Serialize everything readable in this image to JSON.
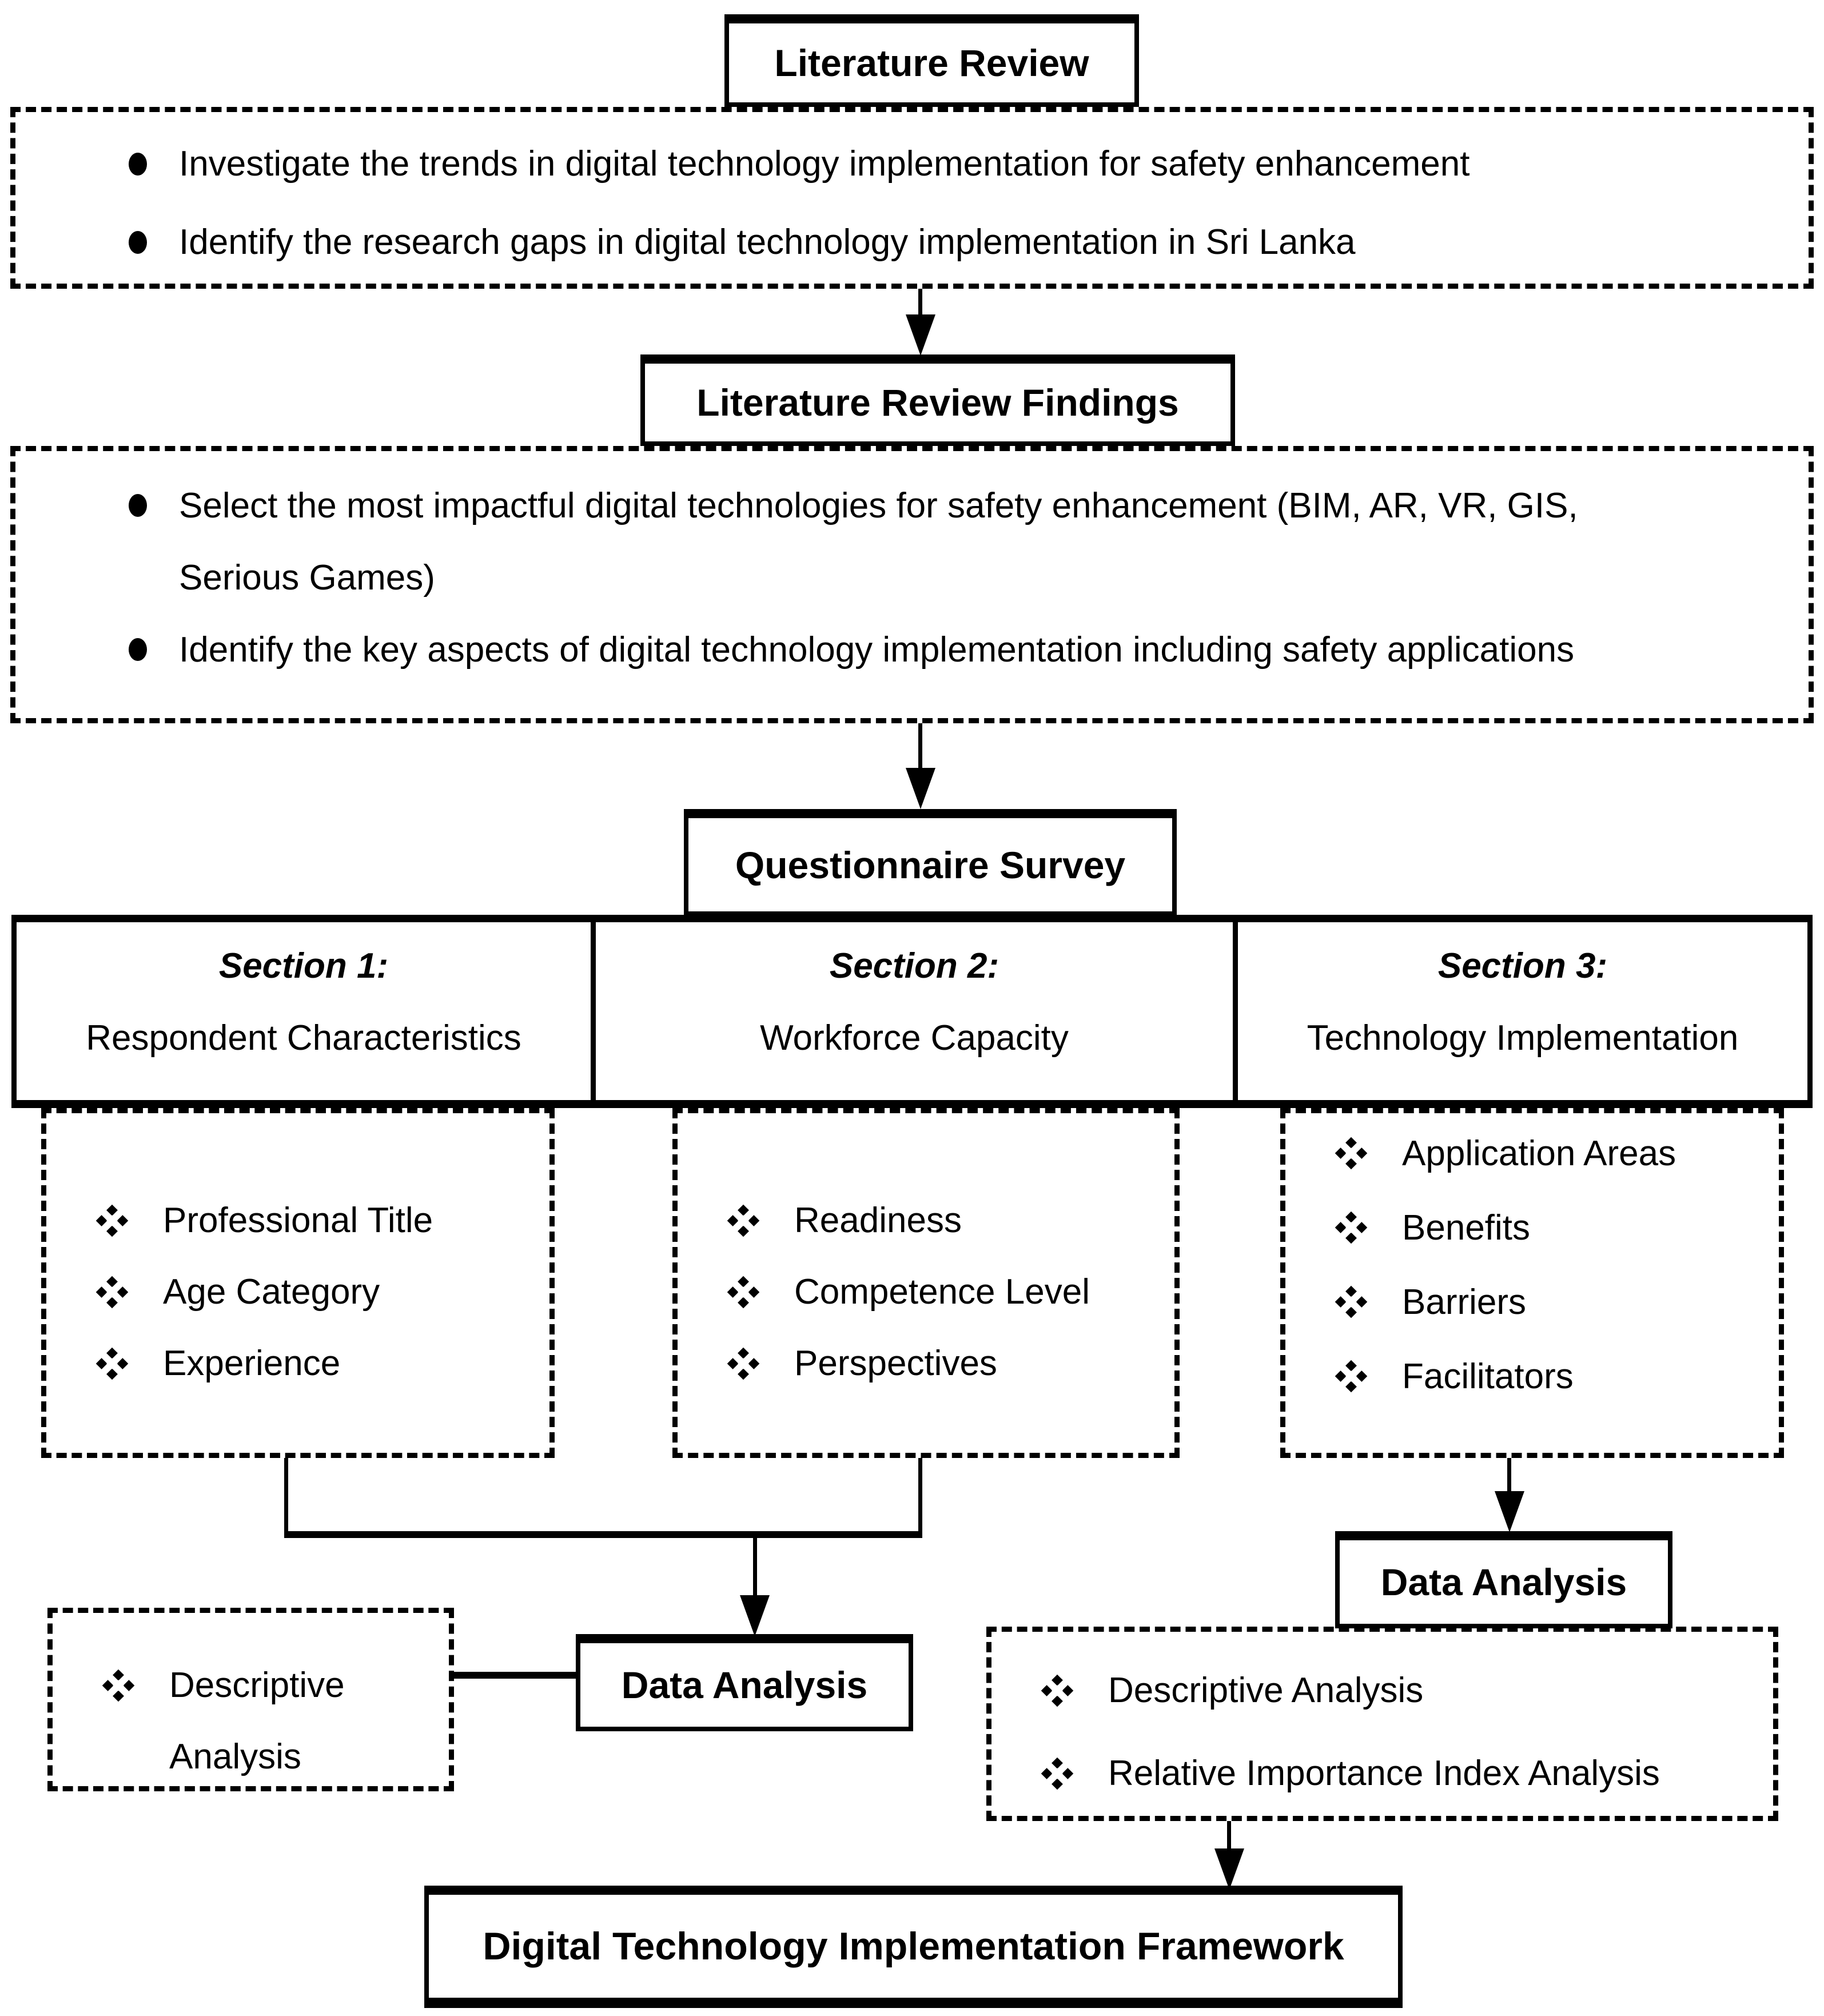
{
  "diagram": {
    "literature_review": {
      "title": "Literature Review",
      "bullets": [
        "Investigate the trends in digital technology implementation for safety enhancement",
        "Identify the research gaps in digital technology implementation in Sri Lanka"
      ]
    },
    "literature_review_findings": {
      "title": "Literature Review Findings",
      "bullet1_line1": "Select the most impactful digital technologies for safety enhancement (BIM, AR, VR, GIS,",
      "bullet1_line2": "Serious Games)",
      "bullet2": "Identify the key aspects of digital technology implementation including safety applications"
    },
    "questionnaire_survey": {
      "title": "Questionnaire Survey"
    },
    "sections": [
      {
        "label": "Section 1:",
        "name": "Respondent Characteristics",
        "items": [
          "Professional Title",
          "Age Category",
          "Experience"
        ]
      },
      {
        "label": "Section 2:",
        "name": "Workforce Capacity",
        "items": [
          "Readiness",
          "Competence Level",
          "Perspectives"
        ]
      },
      {
        "label": "Section 3:",
        "name": "Technology Implementation",
        "items": [
          "Application Areas",
          "Benefits",
          "Barriers",
          "Facilitators"
        ]
      }
    ],
    "descriptive_analysis_box": {
      "items": [
        "Descriptive Analysis"
      ]
    },
    "data_analysis_center": {
      "title": "Data Analysis"
    },
    "data_analysis_right": {
      "title": "Data Analysis"
    },
    "analysis_methods_box": {
      "items": [
        "Descriptive Analysis",
        "Relative Importance Index Analysis"
      ]
    },
    "framework": {
      "title": "Digital Technology Implementation Framework"
    }
  }
}
